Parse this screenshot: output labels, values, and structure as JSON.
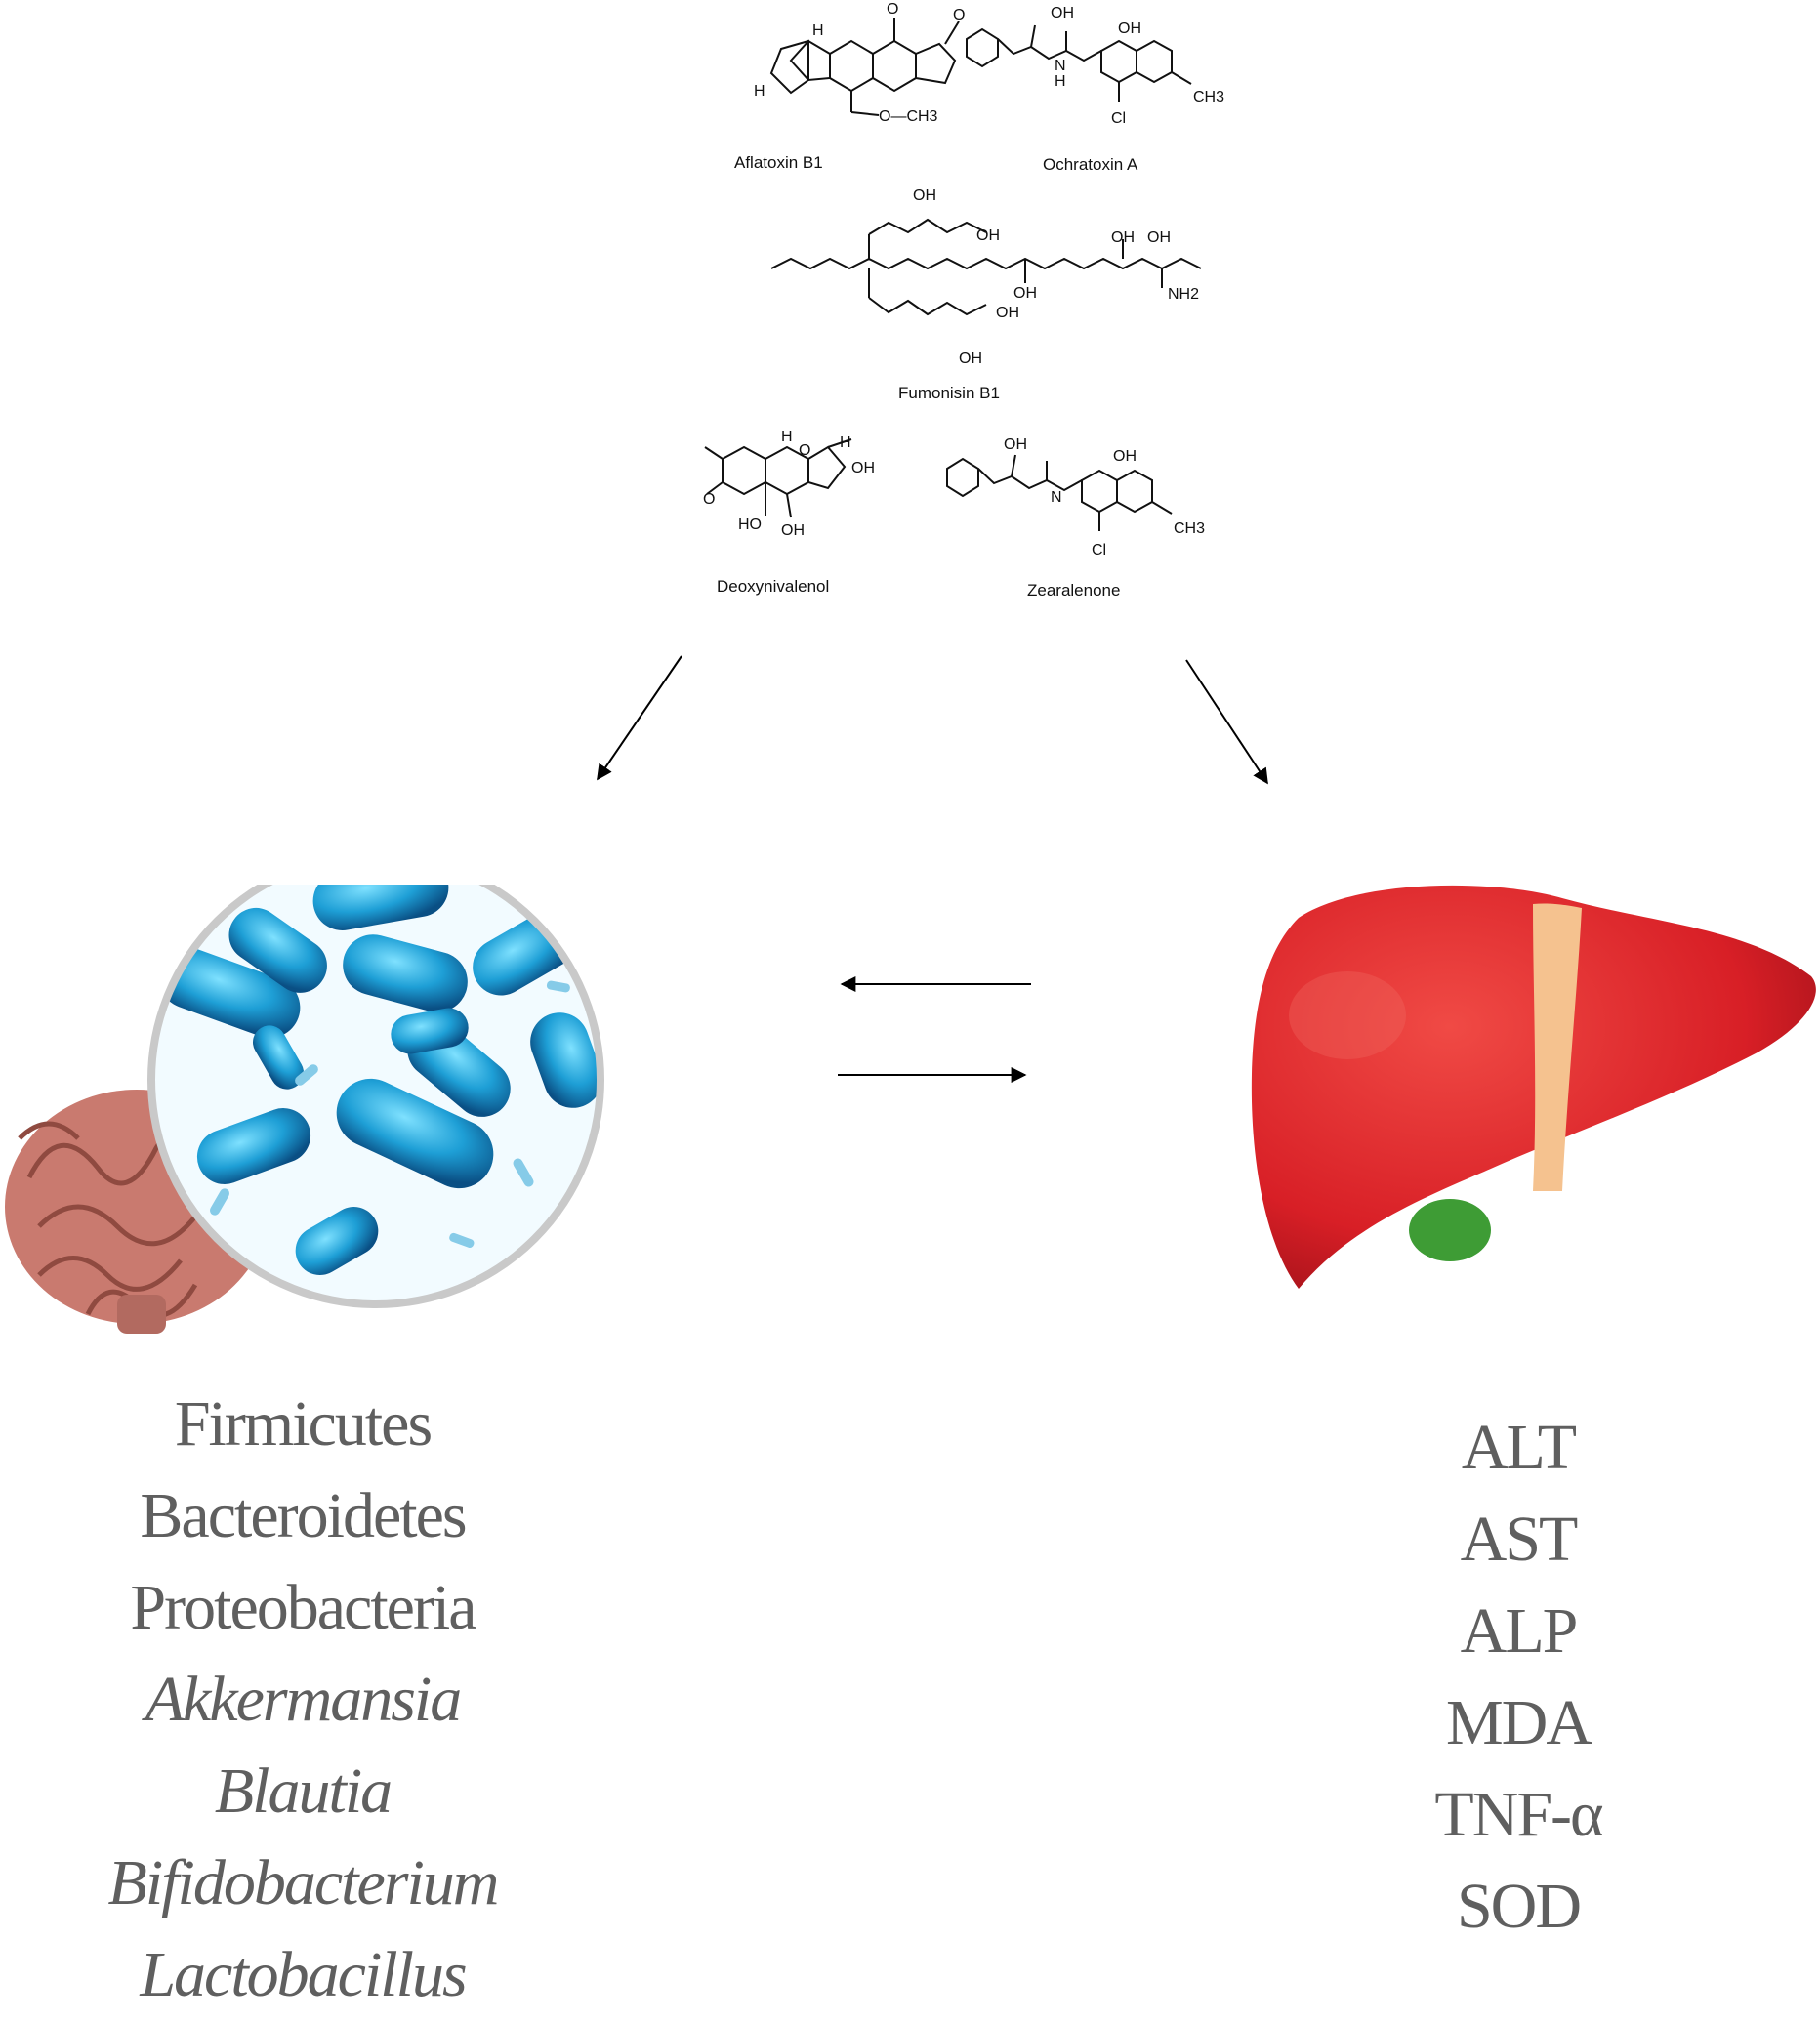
{
  "compounds": [
    {
      "name": "Aflatoxin B1"
    },
    {
      "name": "Ochratoxin A"
    },
    {
      "name": "Fumonisin B1"
    },
    {
      "name": "Deoxynivalenol"
    },
    {
      "name": "Zearalenone"
    }
  ],
  "atom_labels": {
    "O": "O",
    "H": "H",
    "OH": "OH",
    "HO": "HO",
    "N": "N",
    "Cl": "Cl",
    "CH3": "CH3",
    "NH2": "NH2",
    "OCH3": "O—CH3"
  },
  "microbiota": {
    "icon": "gut-bacteria-icon",
    "items": [
      {
        "label": "Firmicutes",
        "italic": false
      },
      {
        "label": "Bacteroidetes",
        "italic": false
      },
      {
        "label": "Proteobacteria",
        "italic": false
      },
      {
        "label": "Akkermansia",
        "italic": true
      },
      {
        "label": "Blautia",
        "italic": true
      },
      {
        "label": "Bifidobacterium",
        "italic": true
      },
      {
        "label": "Lactobacillus",
        "italic": true
      }
    ]
  },
  "liver": {
    "icon": "liver-icon",
    "items": [
      {
        "label": "ALT"
      },
      {
        "label": "AST"
      },
      {
        "label": "ALP"
      },
      {
        "label": "MDA"
      },
      {
        "label": "TNF-α"
      },
      {
        "label": "SOD"
      }
    ]
  },
  "colors": {
    "text_gray": "#5f5f5f",
    "bacteria_blue": "#2a9fd0",
    "liver_red": "#d81f26",
    "gallbladder_green": "#3e9c35",
    "intestine_pink": "#c97a6f"
  }
}
